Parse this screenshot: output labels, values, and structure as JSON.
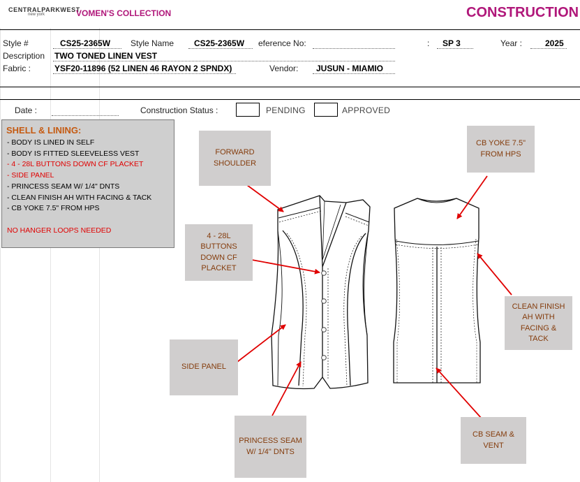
{
  "header": {
    "logo_line1": "CENTRALPARKWEST",
    "logo_line2": "new york",
    "collection": "VOMEN'S COLLECTION",
    "title": "CONSTRUCTION"
  },
  "style_info": {
    "style_no_label": "Style #",
    "style_no": "CS25-2365W",
    "style_name_label": "Style Name",
    "style_name": "CS25-2365W",
    "reference_label": "eference No:",
    "reference_value": "",
    "season_sep": ":",
    "season": "SP 3",
    "year_label": "Year :",
    "year": "2025",
    "description_label": "Description",
    "description": "TWO TONED LINEN VEST",
    "fabric_label": "Fabric :",
    "fabric": "YSF20-11896 (52 LINEN 46 RAYON 2 SPNDX)",
    "vendor_label": "Vendor:",
    "vendor": "JUSUN - MIAMIO"
  },
  "status": {
    "date_label": "Date :",
    "construction_label": "Construction Status :",
    "pending": "PENDING",
    "approved": "APPROVED"
  },
  "notes": {
    "title": "SHELL & LINING:",
    "lines": [
      {
        "text": "- BODY IS LINED IN SELF",
        "color": "#000000"
      },
      {
        "text": "- BODY IS FITTED SLEEVELESS VEST",
        "color": "#000000"
      },
      {
        "text": "- 4 - 28L BUTTONS DOWN CF PLACKET",
        "color": "#e00000"
      },
      {
        "text": "- SIDE PANEL",
        "color": "#e00000"
      },
      {
        "text": "- PRINCESS SEAM W/ 1/4\" DNTS",
        "color": "#000000"
      },
      {
        "text": "- CLEAN FINISH AH WITH FACING & TACK",
        "color": "#000000"
      },
      {
        "text": "- CB YOKE 7.5\" FROM HPS",
        "color": "#000000"
      },
      {
        "text": "",
        "color": "#000000"
      },
      {
        "text": "NO HANGER LOOPS NEEDED",
        "color": "#e00000"
      }
    ]
  },
  "callouts": {
    "forward_shoulder": "FORWARD SHOULDER",
    "buttons": "4 - 28L BUTTONS DOWN CF PLACKET",
    "side_panel": "SIDE PANEL",
    "princess_seam": "PRINCESS SEAM W/ 1/4\" DNTS",
    "cb_yoke": "CB YOKE 7.5\" FROM HPS",
    "clean_finish": "CLEAN FINISH AH WITH FACING & TACK",
    "cb_seam": "CB SEAM & VENT"
  },
  "colors": {
    "brand": "#b0177a",
    "callout_bg": "#d0cece",
    "callout_text": "#843c0c",
    "arrow": "#e00000",
    "notes_title": "#c55a11"
  }
}
